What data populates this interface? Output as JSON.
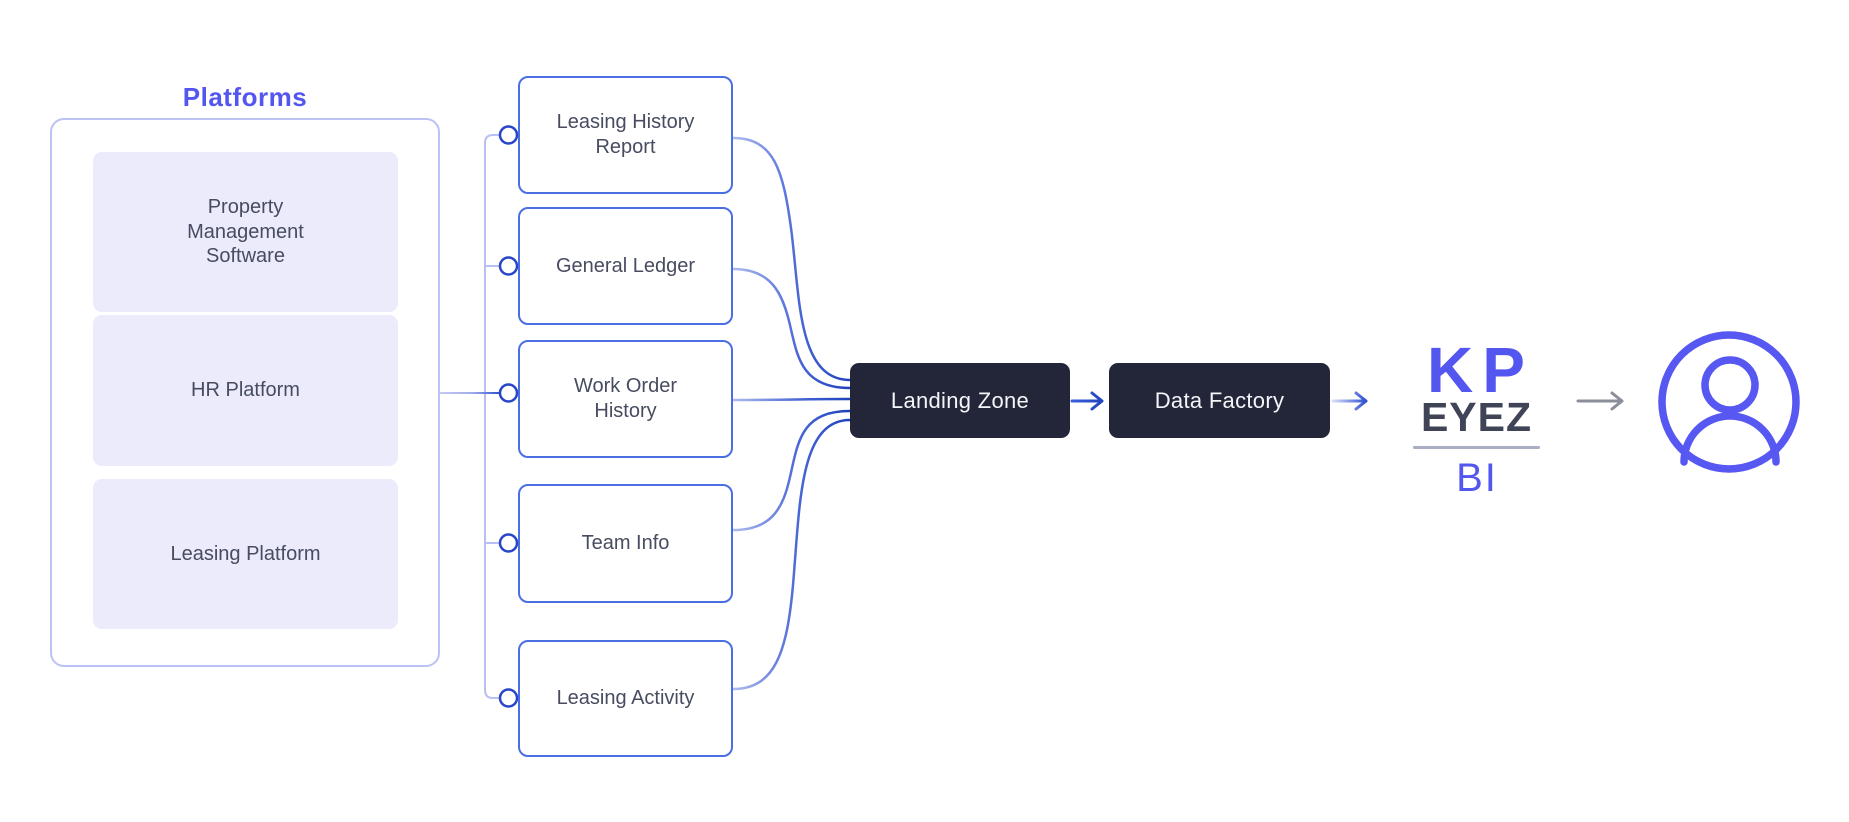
{
  "diagram": {
    "title": "Platforms",
    "platforms": {
      "items": [
        {
          "label": "Property Management Software"
        },
        {
          "label": "HR Platform"
        },
        {
          "label": "Leasing Platform"
        }
      ]
    },
    "sources": {
      "items": [
        {
          "label": "Leasing History Report"
        },
        {
          "label": "General Ledger"
        },
        {
          "label": "Work Order History"
        },
        {
          "label": "Team Info"
        },
        {
          "label": "Leasing Activity"
        }
      ]
    },
    "pipeline": {
      "landing_zone": "Landing Zone",
      "data_factory": "Data Factory"
    },
    "logo": {
      "top": "KP",
      "middle": "EYEZ",
      "bottom": "BI"
    },
    "icons": {
      "user": "user-avatar-icon"
    }
  },
  "colors": {
    "accent_blue": "#5456F0",
    "connector_light": "#B9BFF2",
    "connector_dark": "#1D3FBC",
    "node_border_blue": "#4B6FE3",
    "port_blue": "#2946C8",
    "dark_box_bg": "#232639",
    "dark_box_text": "#F4F5F8",
    "platform_box_bg": "#EBEBFB",
    "container_border": "#BDC2F4",
    "text_dark": "#474C60",
    "logo_dark": "#3F4456",
    "logo_rule": "#A9AEC5",
    "arrow_gray": "#8A8E99",
    "user_icon": "#5757F2"
  }
}
